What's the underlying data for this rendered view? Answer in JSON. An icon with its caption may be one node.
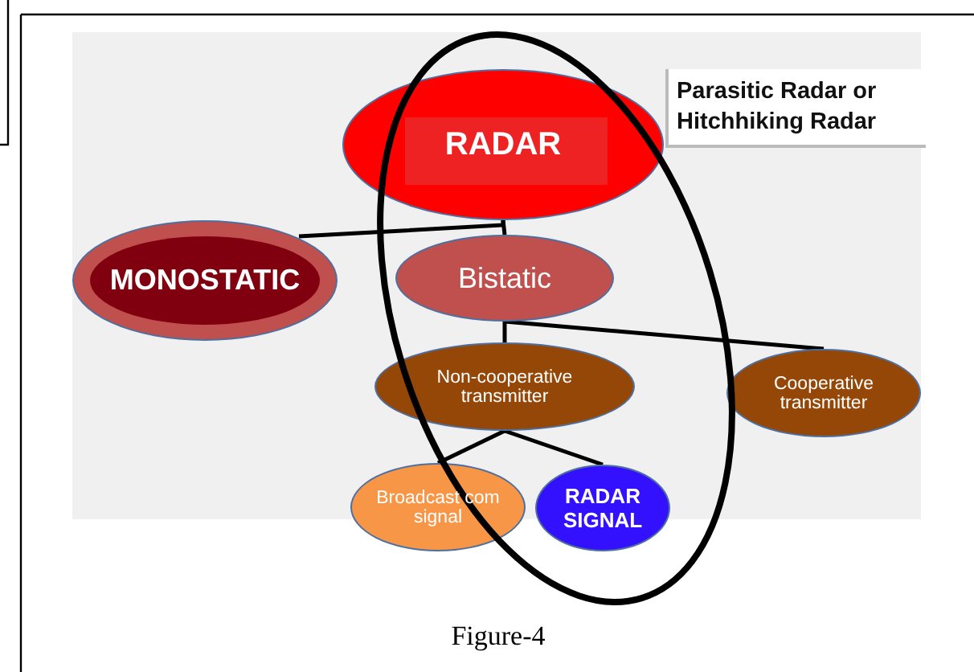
{
  "diagram": {
    "caption": "Figure-4",
    "nodes": [
      {
        "text": [
          "RADAR"
        ]
      },
      {
        "text": [
          "MONOSTATIC"
        ]
      },
      {
        "text": [
          "Bistatic"
        ]
      },
      {
        "text": [
          "Non-cooperative transmitter"
        ]
      },
      {
        "text": [
          "Cooperative transmitter"
        ]
      },
      {
        "text": [
          "Broadcast com signal"
        ]
      },
      {
        "text": [
          "RADAR SIGNAL"
        ]
      },
      {
        "text": [
          "Parasitic Radar or Hitchhiking Radar"
        ]
      }
    ],
    "edges": [
      {
        "from": 0,
        "to": 1,
        "arrow": "none"
      },
      {
        "from": 0,
        "to": 2,
        "arrow": "none"
      },
      {
        "from": 2,
        "to": 3,
        "arrow": "none"
      },
      {
        "from": 2,
        "to": 4,
        "arrow": "none"
      },
      {
        "from": 3,
        "to": 5,
        "arrow": "none"
      },
      {
        "from": 3,
        "to": 6,
        "arrow": "none"
      }
    ]
  }
}
